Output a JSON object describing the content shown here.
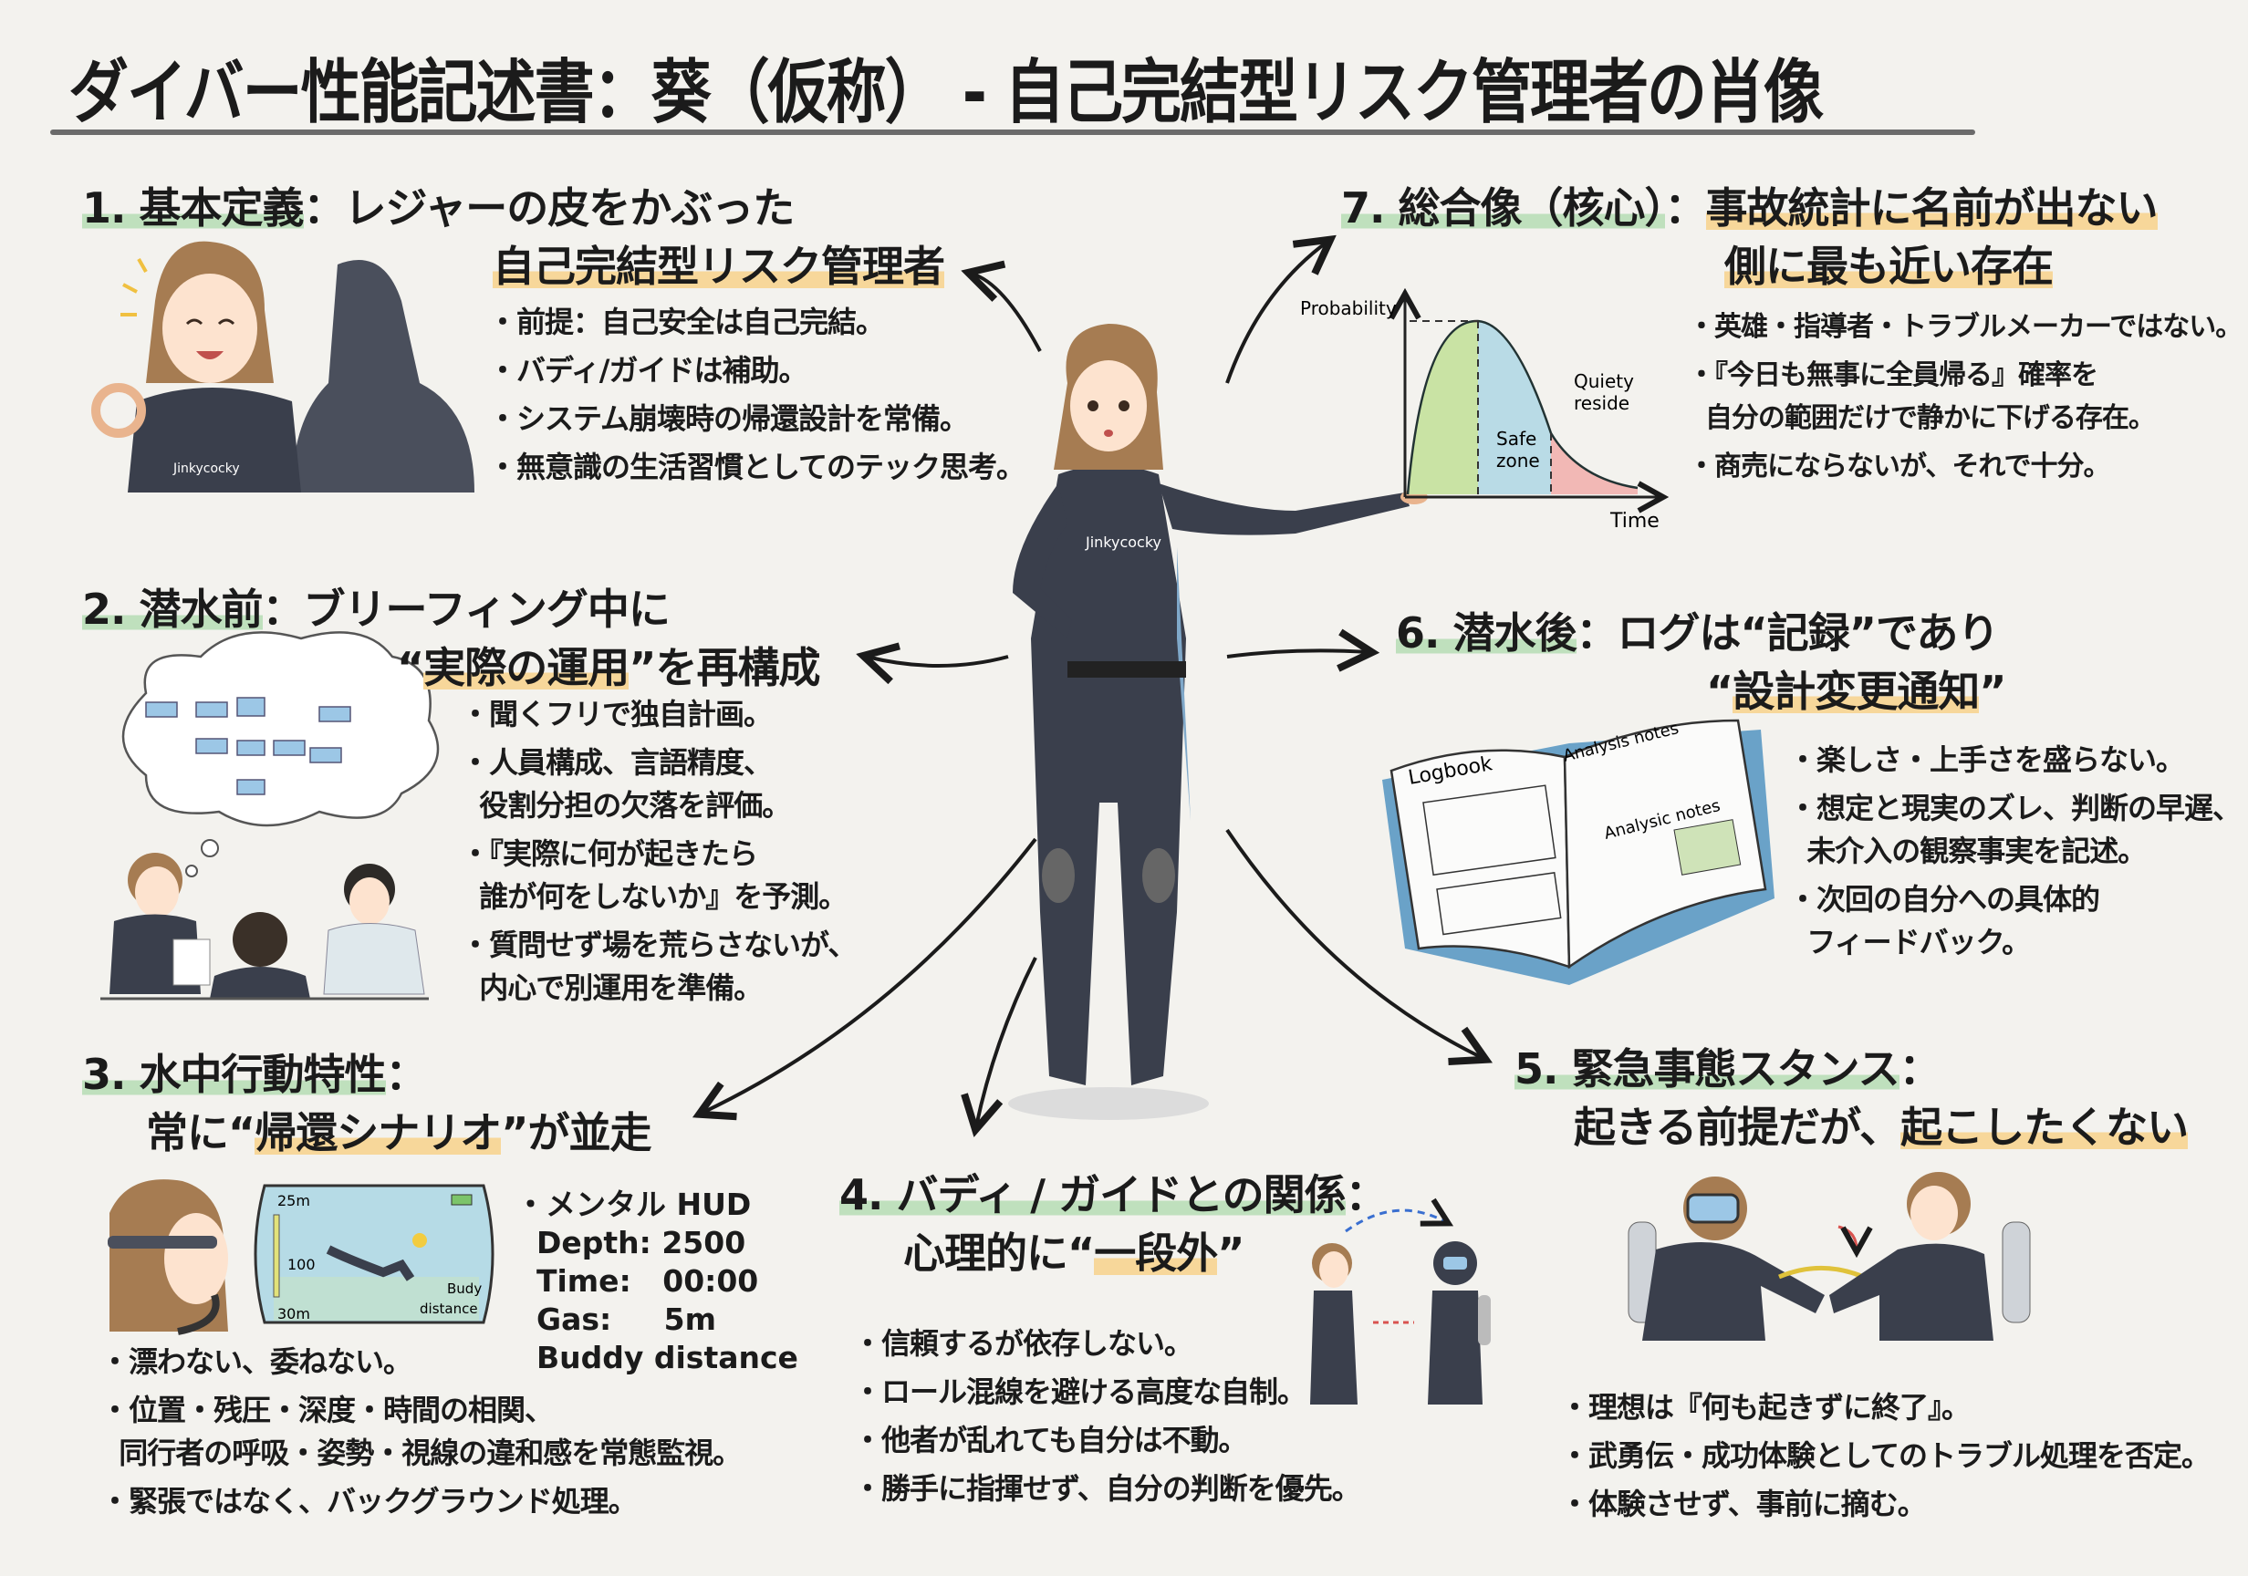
{
  "title": "ダイバー性能記述書：葵（仮称） - 自己完結型リスク管理者の肖像",
  "colors": {
    "highlight_green": "#bfe0bd",
    "highlight_orange": "#f7d79a",
    "suit": "#3a3f4c",
    "background": "#f3f2ee"
  },
  "sections": {
    "s1": {
      "heading": [
        [
          {
            "t": "1. 基本定義",
            "hl": "g"
          },
          {
            "t": "：レジャーの皮をかぶった",
            "hl": ""
          }
        ],
        [
          {
            "t": "自己完結型リスク管理者",
            "hl": "o"
          }
        ]
      ],
      "bullets": [
        "・前提：自己安全は自己完結。",
        "・バディ/ガイドは補助。",
        "・システム崩壊時の帰還設計を常備。",
        "・無意識の生活習慣としてのテック思考。"
      ]
    },
    "s2": {
      "heading": [
        [
          {
            "t": "2. 潜水前",
            "hl": "g"
          },
          {
            "t": "：ブリーフィング中に",
            "hl": ""
          }
        ],
        [
          {
            "t": "“",
            "hl": ""
          },
          {
            "t": "実際の運用",
            "hl": "o"
          },
          {
            "t": "”を再構成",
            "hl": ""
          }
        ]
      ],
      "bullets": [
        "・聞くフリで独自計画。",
        "・人員構成、言語精度、\n  役割分担の欠落を評価。",
        "・『実際に何が起きたら\n  誰が何をしないか』を予測。",
        "・質問せず場を荒らさないが、\n  内心で別運用を準備。"
      ]
    },
    "s3": {
      "heading": [
        [
          {
            "t": "3. 水中行動特性",
            "hl": "g"
          },
          {
            "t": "：",
            "hl": ""
          }
        ],
        [
          {
            "t": "常に“",
            "hl": ""
          },
          {
            "t": "帰還シナリオ",
            "hl": "o"
          },
          {
            "t": "”が並走",
            "hl": ""
          }
        ]
      ],
      "hud_lines": [
        "・メンタル HUD",
        "  Depth: 2500",
        "  Time:   00:00",
        "  Gas:     5m",
        "  Buddy distance"
      ],
      "hud_display": {
        "top_depth": "25m",
        "mid_value": "100",
        "bottom_depth": "30m",
        "buddy_label": "Budy",
        "distance_label": "distance"
      },
      "bullets": [
        "・漂わない、委ねない。",
        "・位置・残圧・深度・時間の相関、\n  同行者の呼吸・姿勢・視線の違和感を常態監視。",
        "・緊張ではなく、バックグラウンド処理。"
      ]
    },
    "s4": {
      "heading": [
        [
          {
            "t": "4. バディ / ガイドとの関係",
            "hl": "g"
          },
          {
            "t": "：",
            "hl": ""
          }
        ],
        [
          {
            "t": "心理的に“",
            "hl": ""
          },
          {
            "t": "一段外",
            "hl": "o"
          },
          {
            "t": "”",
            "hl": ""
          }
        ]
      ],
      "bullets": [
        "・信頼するが依存しない。",
        "・ロール混線を避ける高度な自制。",
        "・他者が乱れても自分は不動。",
        "・勝手に指揮せず、自分の判断を優先。"
      ]
    },
    "s5": {
      "heading": [
        [
          {
            "t": "5. 緊急事態スタンス",
            "hl": "g"
          },
          {
            "t": "：",
            "hl": ""
          }
        ],
        [
          {
            "t": "起きる前提だが、",
            "hl": ""
          },
          {
            "t": "起こしたくない",
            "hl": "o"
          }
        ]
      ],
      "bullets": [
        "・理想は『何も起きずに終了』。",
        "・武勇伝・成功体験としてのトラブル処理を否定。",
        "・体験させず、事前に摘む。"
      ]
    },
    "s6": {
      "heading": [
        [
          {
            "t": "6. 潜水後",
            "hl": "g"
          },
          {
            "t": "：ログは“記録”であり",
            "hl": ""
          }
        ],
        [
          {
            "t": "“",
            "hl": ""
          },
          {
            "t": "設計変更通知",
            "hl": "o"
          },
          {
            "t": "”",
            "hl": ""
          }
        ]
      ],
      "logbook": {
        "left_title": "Logbook",
        "right_title": "Analysis notes",
        "right_subtitle": "Analysic notes"
      },
      "bullets": [
        "・楽しさ・上手さを盛らない。",
        "・想定と現実のズレ、判断の早遅、\n  未介入の観察事実を記述。",
        "・次回の自分への具体的\n  フィードバック。"
      ]
    },
    "s7": {
      "heading": [
        [
          {
            "t": "7. 総合像（核心）",
            "hl": "g"
          },
          {
            "t": "：",
            "hl": ""
          },
          {
            "t": "事故統計に名前が出ない",
            "hl": "o"
          }
        ],
        [
          {
            "t": "側に最も近い存在",
            "hl": "o"
          }
        ]
      ],
      "graph": {
        "y_label": "Probability",
        "x_label": "Time",
        "zone_label": "Safe\nzone",
        "tail_label": "Quiety\nreside"
      },
      "bullets": [
        "・英雄・指導者・トラブルメーカーではない。",
        "・『今日も無事に全員帰る』確率を\n  自分の範囲だけで静かに下げる存在。",
        "・商売にならないが、それで十分。"
      ]
    }
  },
  "suit_brand": "Jinkycocky"
}
